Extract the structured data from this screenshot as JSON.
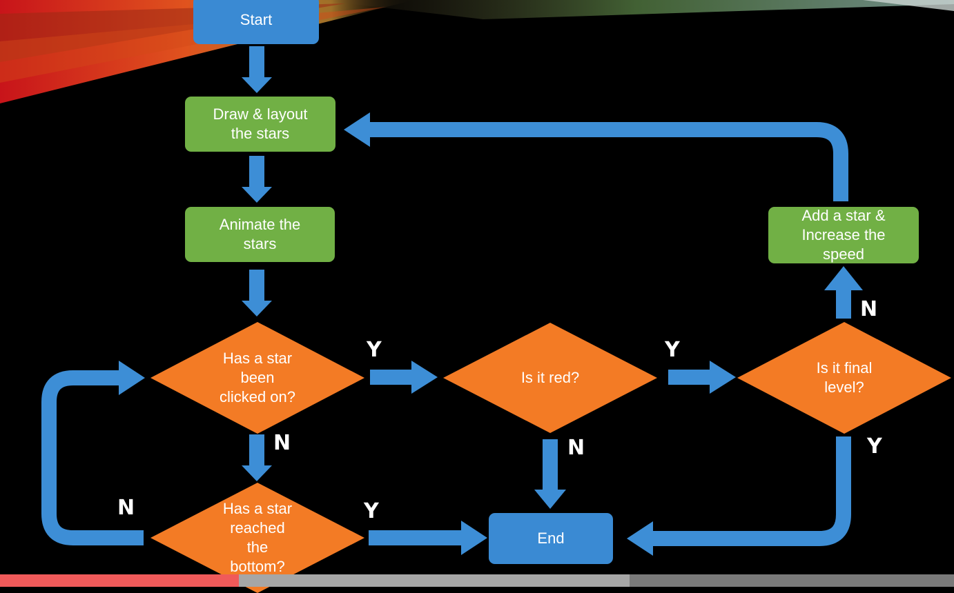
{
  "nodes": {
    "start": "Start",
    "draw_layout": "Draw & layout\nthe stars",
    "animate": "Animate the\nstars",
    "clicked": "Has a star\nbeen\nclicked on?",
    "is_red": "Is it red?",
    "final_level": "Is it final\nlevel?",
    "add_star": "Add a star &\nIncrease the\nspeed",
    "reached_bottom": "Has a star\nreached\nthe\nbottom?",
    "end": "End"
  },
  "edge_labels": {
    "clicked_yes": "Y",
    "clicked_no": "N",
    "red_yes": "Y",
    "red_no": "N",
    "final_no": "N",
    "final_yes": "Y",
    "bottom_no": "N",
    "bottom_yes": "Y"
  },
  "colors": {
    "process_blue": "#3a8ad3",
    "process_green": "#71b045",
    "decision_orange": "#f37b25",
    "arrow_blue": "#3d8ed6",
    "background": "#000000"
  },
  "video_progress": {
    "played_fraction": 0.25,
    "buffered_fraction": 0.66
  }
}
